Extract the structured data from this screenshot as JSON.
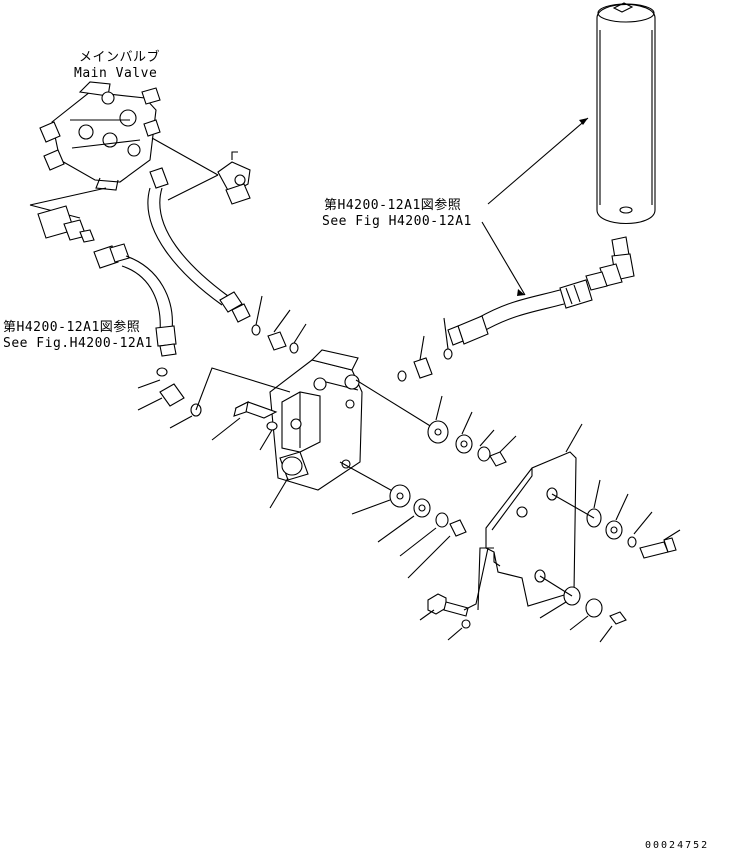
{
  "labels": {
    "main_valve_jp": "メインバルブ",
    "main_valve_en": "Main Valve",
    "ref_right_jp": "第H4200-12A1図参照",
    "ref_right_en": "See Fig H4200-12A1",
    "ref_left_jp": "第H4200-12A1図参照",
    "ref_left_en": "See Fig.H4200-12A1",
    "drawing_number": "00024752"
  }
}
